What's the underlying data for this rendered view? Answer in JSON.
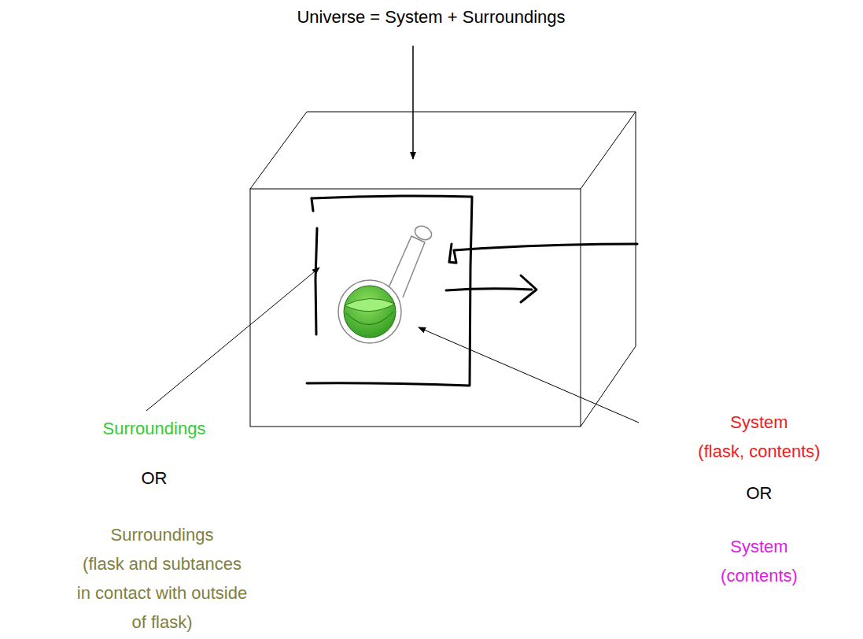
{
  "diagram": {
    "title": "Universe = System + Surroundings",
    "labels": [
      "Surroundings",
      "OR",
      "Surroundings (flask and subtances in contact with outside of flask)",
      "System (flask, contents)",
      "OR",
      "System (contents)"
    ]
  }
}
